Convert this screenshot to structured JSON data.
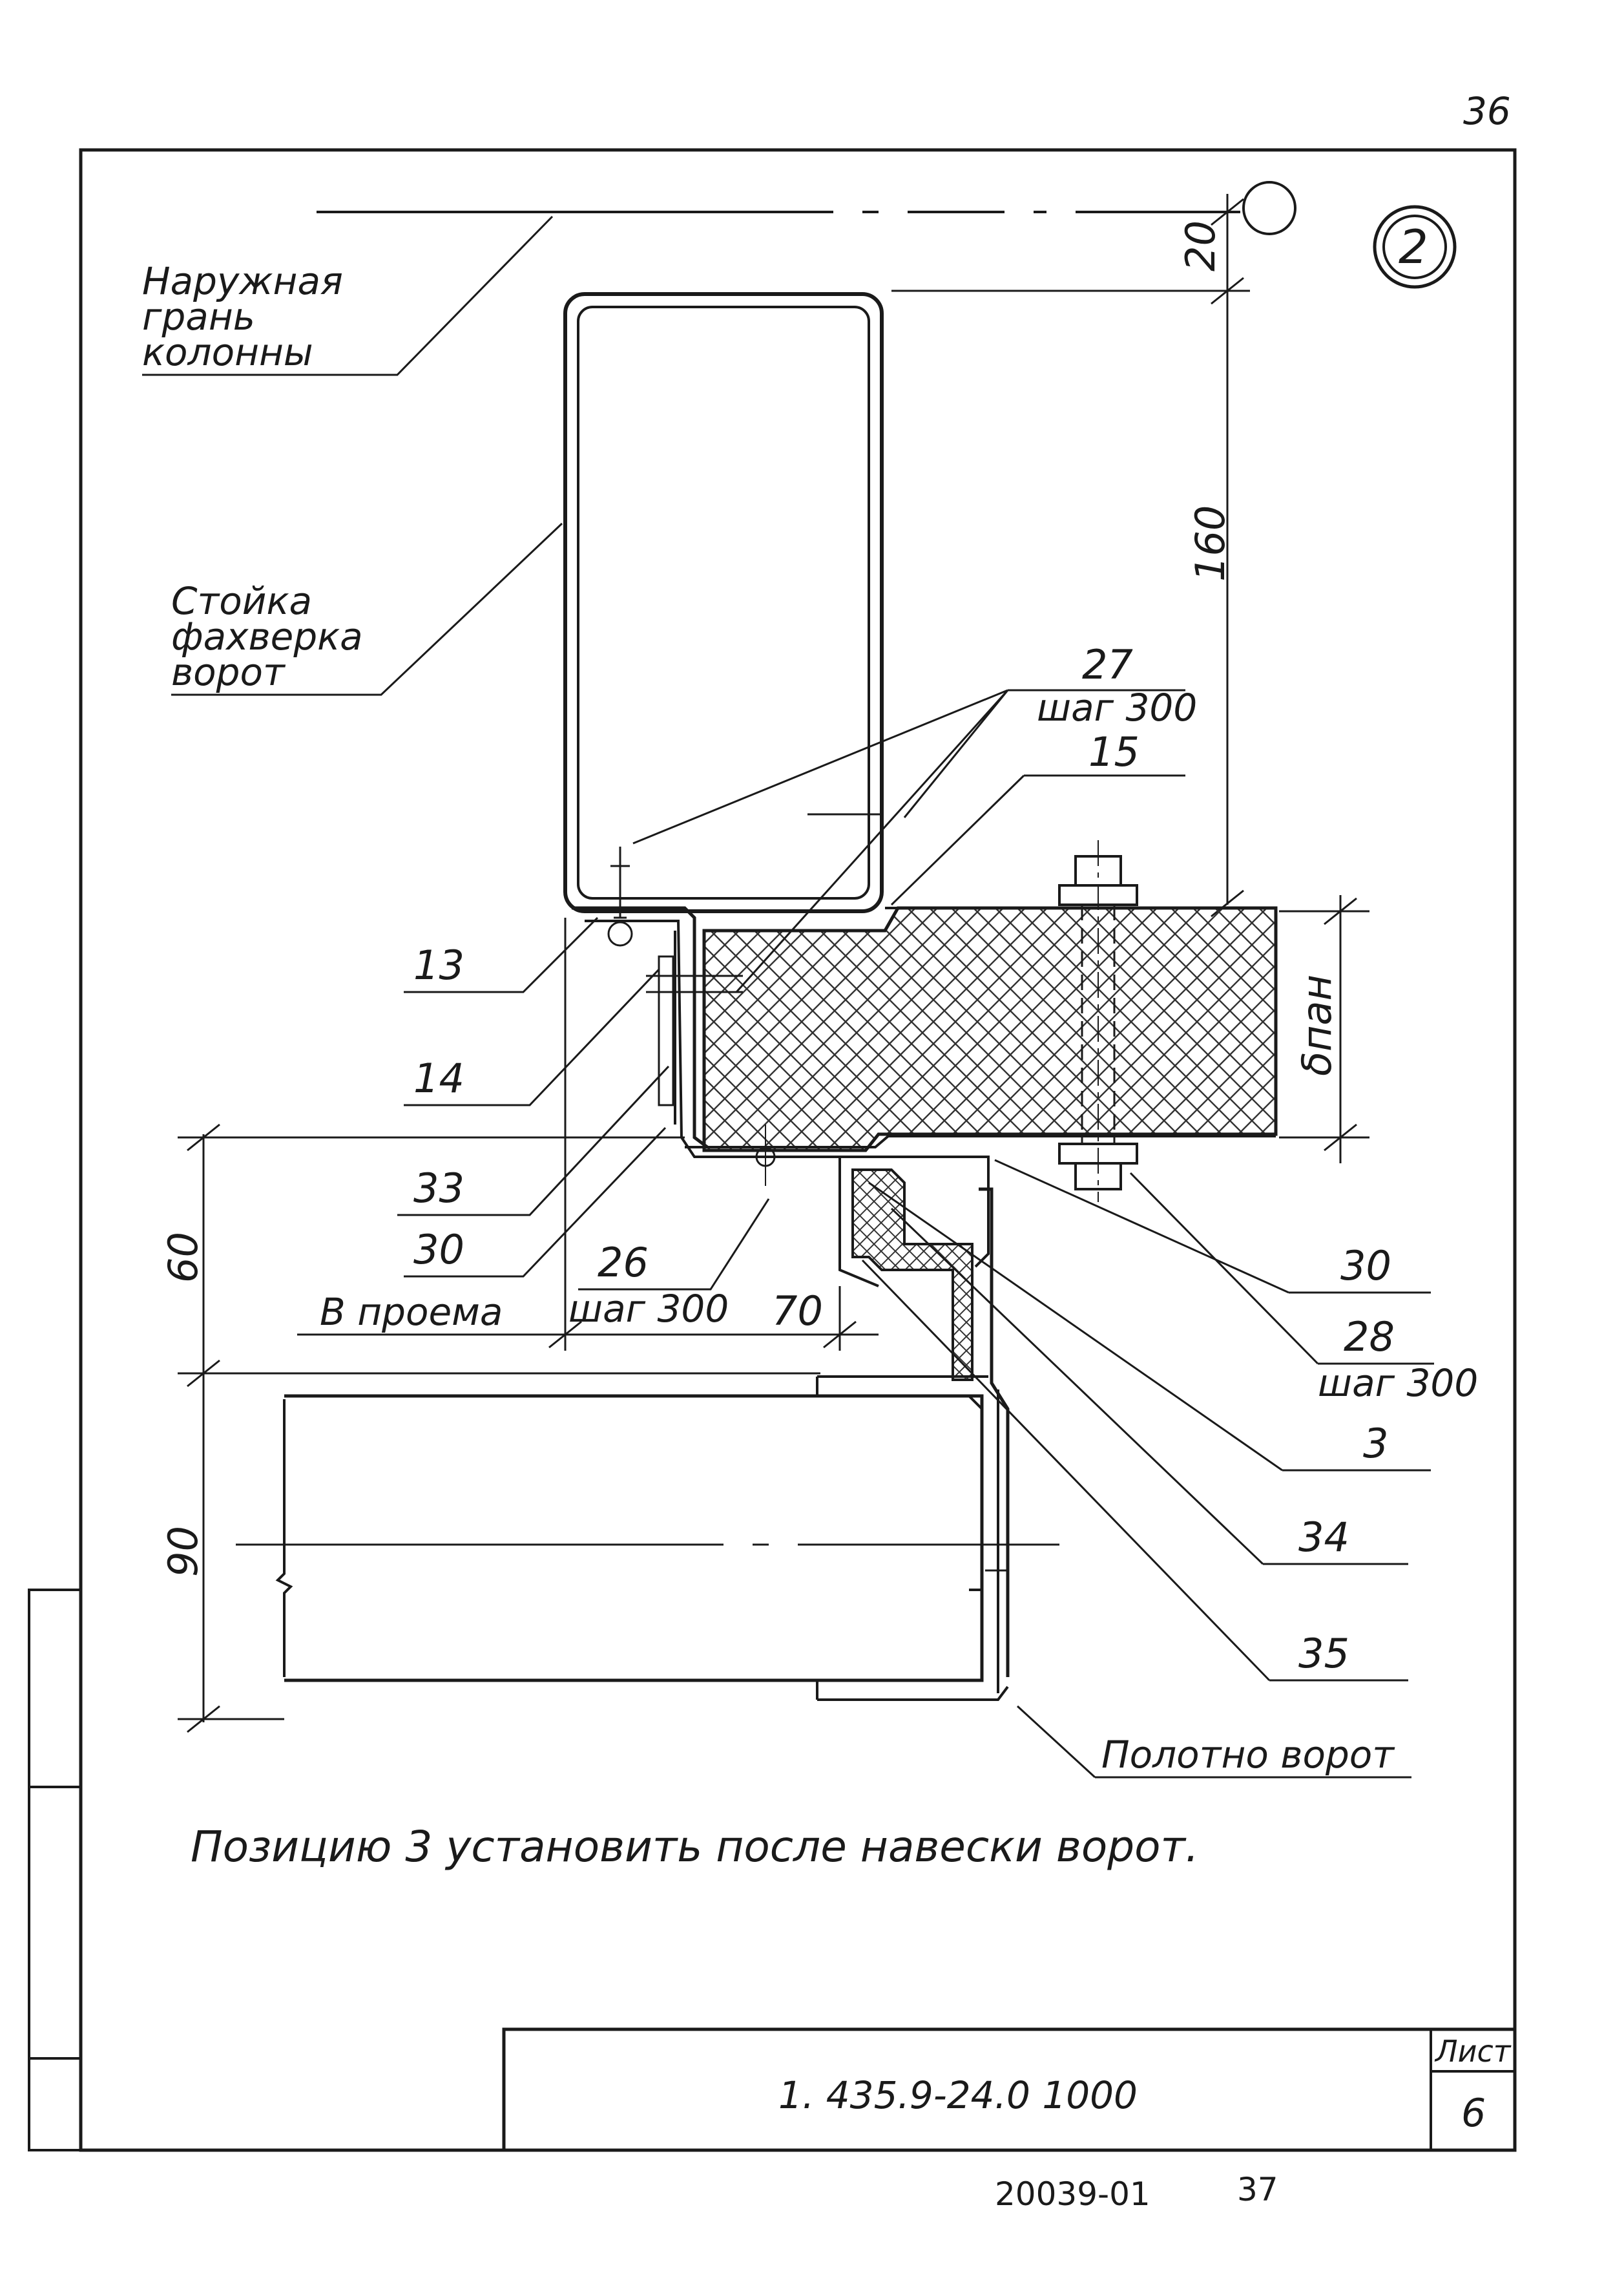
{
  "page_number": "36",
  "view_marker": "2",
  "labels": {
    "outer_face": [
      "Наружная",
      "грань",
      "колонны"
    ],
    "post": [
      "Стойка",
      "фахверка",
      "ворот"
    ],
    "door_leaf": "Полотно ворот",
    "opening": "В проема"
  },
  "dimensions": {
    "d20": "20",
    "d160": "160",
    "dpan": "δпан",
    "d60": "60",
    "d90": "90",
    "d70": "70"
  },
  "positions": {
    "p27": "27",
    "p27_step": "шаг 300",
    "p15": "15",
    "p13": "13",
    "p14": "14",
    "p33": "33",
    "p30a": "30",
    "p26": "26",
    "p26_step": "шаг 300",
    "p30b": "30",
    "p28": "28",
    "p28_step": "шаг 300",
    "p3": "3",
    "p34": "34",
    "p35": "35"
  },
  "note": "Позицию 3 установить после навески ворот.",
  "title_block": {
    "code": "1. 435.9-24.0 1000",
    "sheet_label": "Лист",
    "sheet_number": "6"
  },
  "footer": {
    "order": "20039-01",
    "page": "37"
  }
}
